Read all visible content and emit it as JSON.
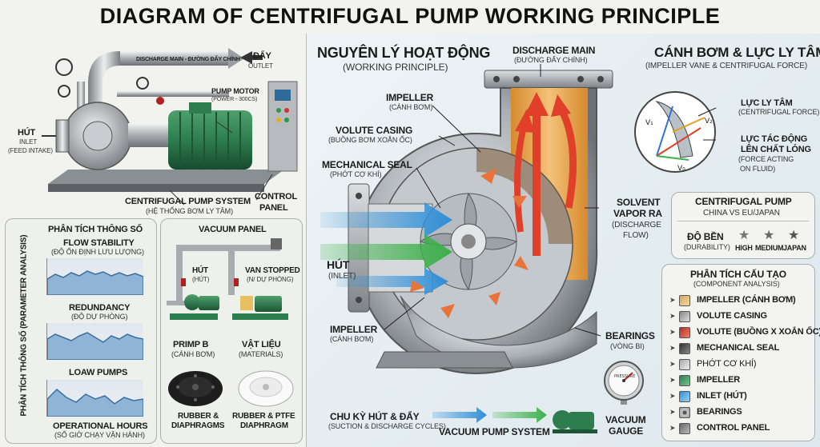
{
  "title": "DIAGRAM OF CENTRIFUGAL PUMP WORKING PRINCIPLE",
  "system": {
    "discharge_main": "DISCHARGE MAIN - ĐƯỜNG ĐẨY CHÍNH",
    "outlet": "ĐẨY",
    "outlet_sub": "OUTLET",
    "inlet": "HÚT",
    "inlet_sub1": "INLET",
    "inlet_sub2": "(FEED INTAKE)",
    "pump_motor": "PUMP MOTOR",
    "pump_motor_sub": "(POWER - 300CS)",
    "system_label": "CENTRIFUGAL PUMP SYSTEM",
    "system_sub": "(HỆ THỐNG BƠM LY TÂM)",
    "control_panel_1": "CONTROL",
    "control_panel_2": "PANEL"
  },
  "parameter_panel": {
    "title": "PHÂN TÍCH THÔNG SỐ",
    "vertical": "PHÂN TÍCH THÔNG SỐ (PARAMETER ANALYSIS)",
    "charts": [
      {
        "label": "FLOW STABILITY",
        "sub": "(ĐỘ ỔN ĐỊNH LƯU LƯỢNG)"
      },
      {
        "label": "REDUNDANCY",
        "sub": "(ĐỘ DỰ PHÒNG)"
      },
      {
        "label": "LOAW PUMPS",
        "sub": ""
      }
    ],
    "bottom_label": "OPERATIONAL HOURS",
    "bottom_sub": "(SỐ GIỜ CHẠY VẬN HÀNH)"
  },
  "vacuum_panel": {
    "title": "VACUUM PANEL",
    "hut": "HÚT",
    "hut_sub": "(HÚT)",
    "van": "VAN STOPPED",
    "van_sub": "(N/ DỰ PHÒNG)",
    "primp": "PRIMP B",
    "primp_sub": "(CÁNH BƠM)",
    "vatlieu": "VẬT LIỆU",
    "vatlieu_sub": "(MATERIALS)",
    "rubber1_a": "RUBBER &",
    "rubber1_b": "DIAPHRAGMS",
    "rubber2_a": "RUBBER & PTFE",
    "rubber2_b": "DIAPHRAGM"
  },
  "principle": {
    "title": "NGUYÊN LÝ HOẠT ĐỘNG",
    "title_sub": "(WORKING PRINCIPLE)",
    "discharge": "DISCHARGE MAIN",
    "discharge_sub": "(ĐƯỜNG ĐẨY CHÍNH)",
    "impeller_top": "IMPELLER",
    "impeller_top_sub": "(CÁNH BƠM)",
    "volute": "VOLUTE CASING",
    "volute_sub": "(BUỒNG BƠM XOẮN ỐC)",
    "seal": "MECHANICAL SEAL",
    "seal_sub": "(PHỚT CƠ KHÍ)",
    "inlet": "HÚT",
    "inlet_sub": "(INLET)",
    "impeller_bottom": "IMPELLER",
    "impeller_bottom_sub": "(CÁNH BƠM)",
    "solvent_1": "SOLVENT",
    "solvent_2": "VAPOR RA",
    "solvent_sub1": "(DISCHARGE",
    "solvent_sub2": "FLOW)",
    "bearings": "BEARINGS",
    "bearings_sub": "(VÒNG BI)",
    "cycle": "CHU KỲ HÚT & ĐẨY",
    "cycle_sub": "(SUCTION & DISCHARGE CYCLES)",
    "vacuum_system": "VACUUM PUMP SYSTEM",
    "gauge_1": "VACUUM",
    "gauge_2": "GAUGE",
    "gauge_face": "PRESSURE"
  },
  "vane": {
    "title": "CÁNH BƠM & LỰC LY TÂM",
    "sub": "(IMPELLER VANE & CENTRIFUGAL FORCE)",
    "force1": "LỰC LY TÂM",
    "force1_sub": "(CENTRIFUGAL FORCE)",
    "force2_a": "LỰC TÁC ĐỘNG",
    "force2_b": "LÊN CHẤT LỎNG",
    "force2_sub1": "(FORCE ACTING",
    "force2_sub2": "ON FLUID)",
    "v1": "V₁",
    "v2": "V₂",
    "v0": "V₀"
  },
  "comparison": {
    "title": "CENTRIFUGAL PUMP",
    "sub": "CHINA VS EU/JAPAN",
    "durability": "ĐỘ BỀN",
    "durability_sub": "(DURABILITY)",
    "levels": [
      "HIGH",
      "MEDIUM",
      "JAPAN"
    ]
  },
  "components": {
    "title": "PHÂN TÍCH CẤU TẠO",
    "sub": "(COMPONENT ANALYSIS)",
    "items": [
      "IMPELLER (CÁNH BƠM)",
      "VOLUTE CASING",
      "VOLUTE (BUỒNG X XOẮN ỐC)",
      "MECHANICAL SEAL",
      "PHỚT CƠ KHÍ)",
      "IMPELLER",
      "INLET (HÚT)",
      "BEARINGS",
      "CONTROL PANEL"
    ]
  },
  "colors": {
    "motor_green": "#2e7d4f",
    "inlet_blue": "#2f8fd8",
    "flow_green": "#3cb04a",
    "discharge_red": "#e0402a",
    "liquid_amber": "#e9a84a"
  }
}
